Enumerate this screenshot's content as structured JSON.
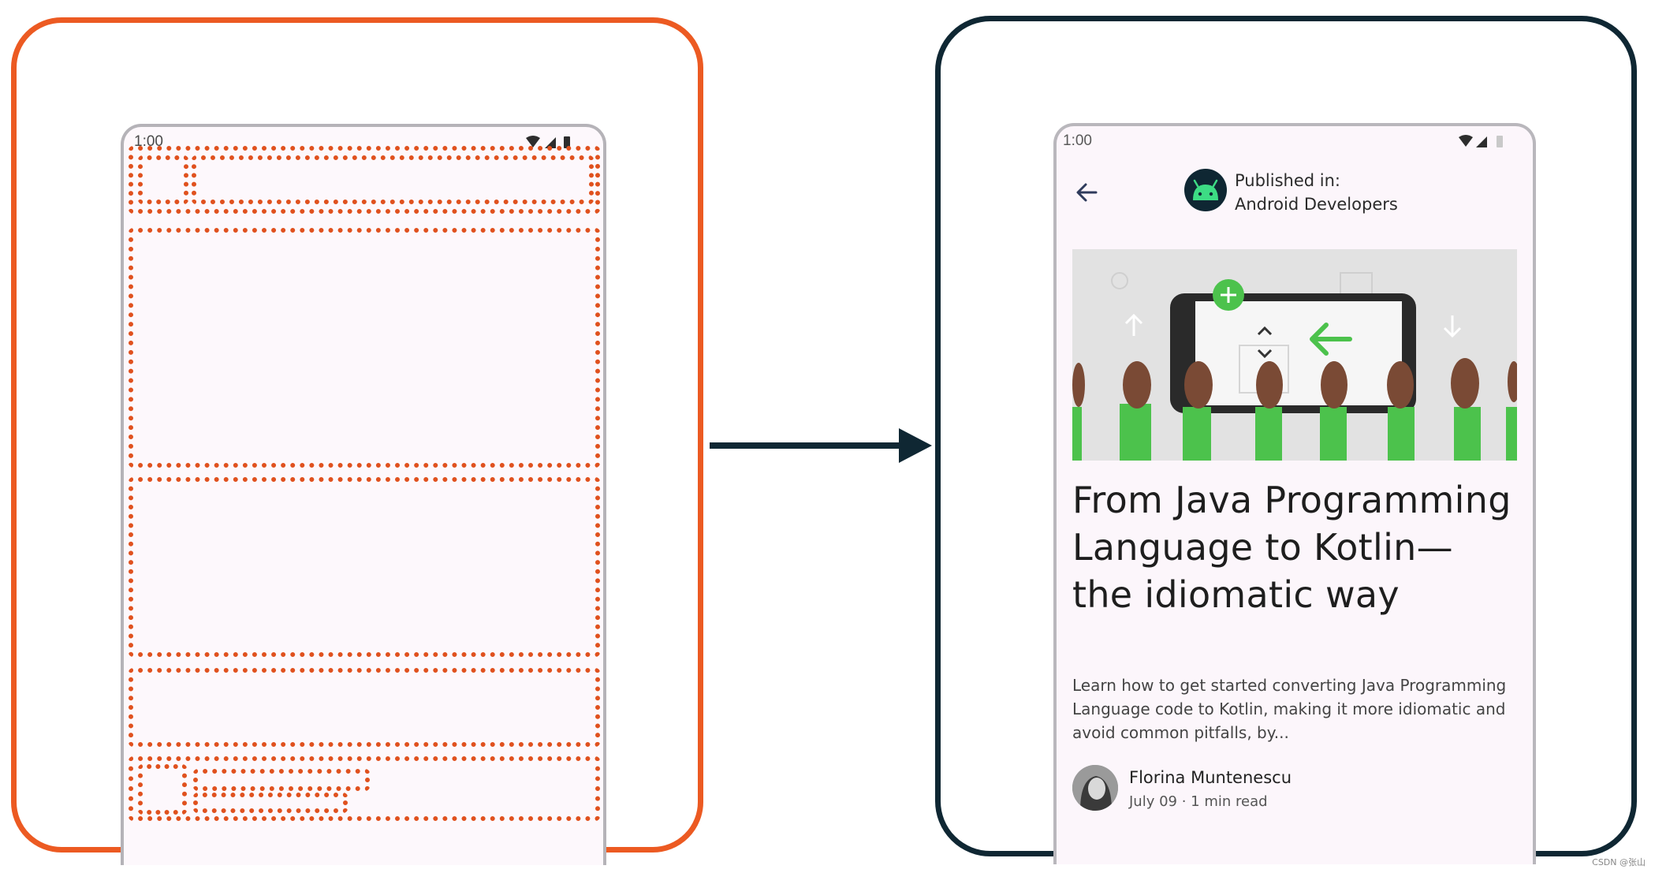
{
  "left_phone": {
    "status_time": "1:00"
  },
  "right_phone": {
    "status_time": "1:00",
    "publication": {
      "label": "Published in:",
      "name": "Android Developers"
    },
    "article": {
      "title": "From Java Programming Language to Kotlin— the idiomatic way",
      "summary": "Learn how to get started converting Java Programming Language code to Kotlin, making it more idiomatic and avoid common pitfalls, by...",
      "author": "Florina Muntenescu",
      "meta": "July 09 · 1 min read"
    }
  },
  "icons": [
    "wifi-icon",
    "signal-icon",
    "battery-icon",
    "back-arrow-icon",
    "android-logo-icon",
    "arrow-right-icon"
  ],
  "colors": {
    "wireframe_accent": "#ec5a22",
    "right_panel_border": "#0f2733",
    "android_green": "#3ddc84",
    "hero_green": "#4cc24c"
  },
  "watermark": "CSDN @张山"
}
